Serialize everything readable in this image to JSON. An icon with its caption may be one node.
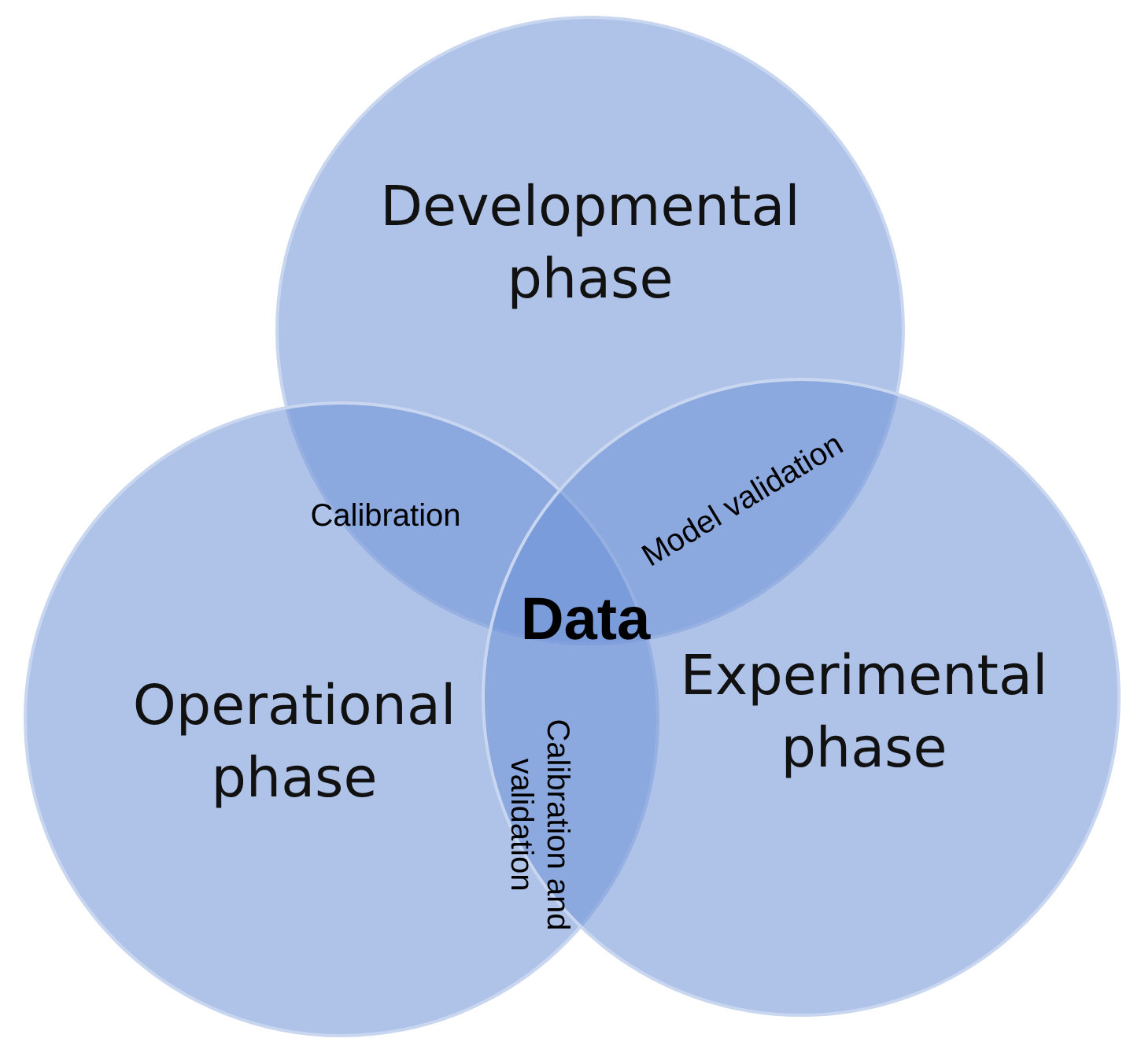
{
  "diagram": {
    "nodes": [
      {
        "text": [
          "Developmental phase"
        ]
      },
      {
        "text": [
          "Operational phase"
        ]
      },
      {
        "text": [
          "Experimental phase"
        ]
      }
    ],
    "labels": [
      "Calibration",
      "Model validation",
      "Data",
      "Calibration and validation"
    ]
  }
}
